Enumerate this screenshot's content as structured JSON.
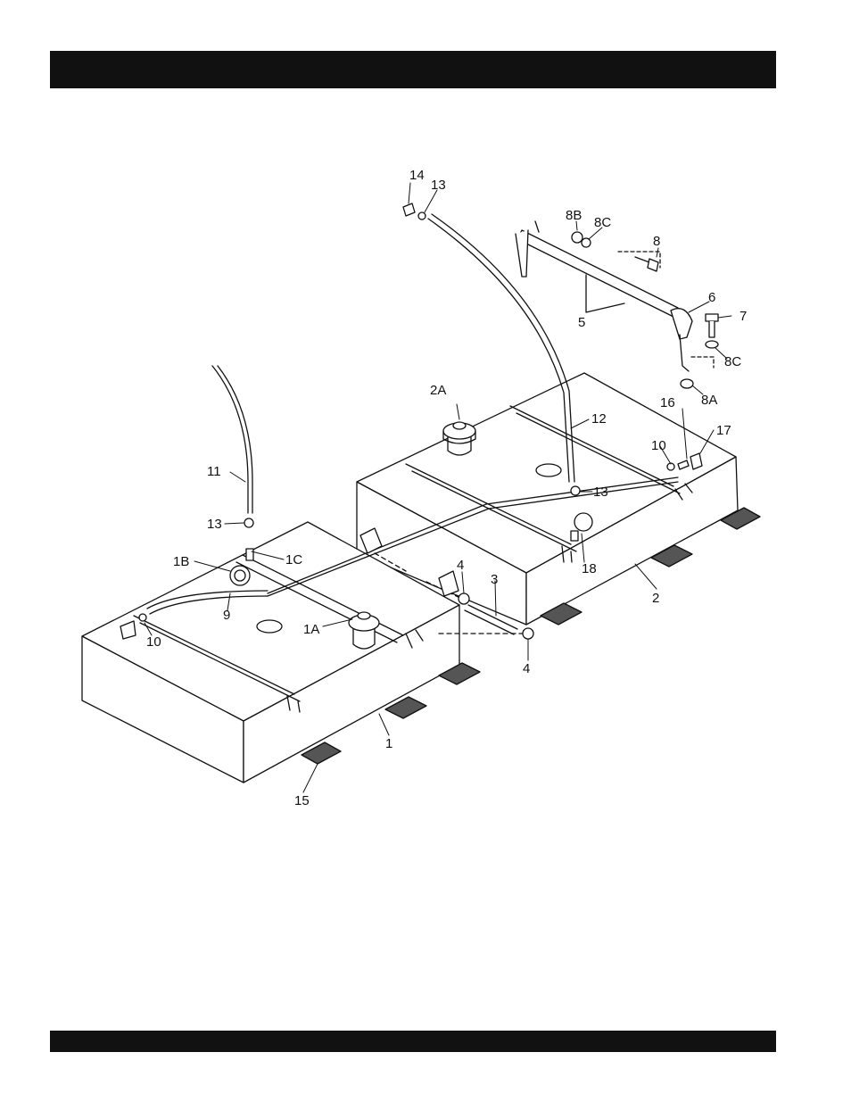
{
  "header_bar": {
    "color": "#111111",
    "text": ""
  },
  "footer_bar": {
    "color": "#111111",
    "text": ""
  },
  "diagram": {
    "callouts": {
      "c14": "14",
      "c13_top": "13",
      "c8B": "8B",
      "c8C_top": "8C",
      "c8": "8",
      "c6": "6",
      "c7": "7",
      "c5": "5",
      "c8C_bottom": "8C",
      "c8A": "8A",
      "c2A": "2A",
      "c12": "12",
      "c16": "16",
      "c17": "17",
      "c10_right": "10",
      "c13_mid": "13",
      "c18": "18",
      "c2": "2",
      "c11": "11",
      "c13_left": "13",
      "c1B": "1B",
      "c1C": "1C",
      "c4_top": "4",
      "c3": "3",
      "c9": "9",
      "c10_left": "10",
      "c1A": "1A",
      "c4_bottom": "4",
      "c1": "1",
      "c15": "15"
    }
  }
}
